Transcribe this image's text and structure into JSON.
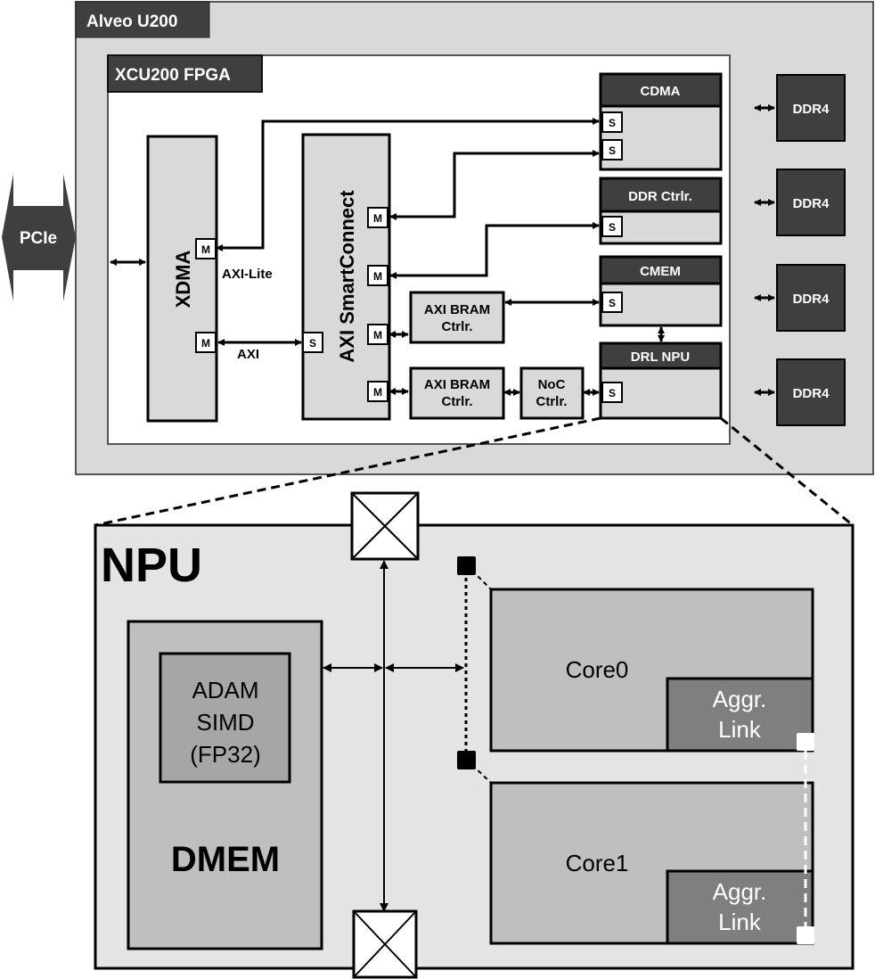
{
  "board": {
    "title": "Alveo U200"
  },
  "fpga": {
    "title": "XCU200 FPGA"
  },
  "pcie": {
    "label": "PCIe"
  },
  "xdma": {
    "label": "XDMA",
    "port_top": "M",
    "port_bottom": "M"
  },
  "smartconnect": {
    "label": "AXI SmartConnect",
    "ports": [
      "M",
      "M",
      "M",
      "M"
    ],
    "slave_port": "S"
  },
  "links": {
    "axi_lite": "AXI-Lite",
    "axi": "AXI"
  },
  "bram_ctrl_1": {
    "line1": "AXI BRAM",
    "line2": "Ctrlr."
  },
  "bram_ctrl_2": {
    "line1": "AXI BRAM",
    "line2": "Ctrlr."
  },
  "noc_ctrl": {
    "line1": "NoC",
    "line2": "Ctrlr."
  },
  "cdma": {
    "title": "CDMA",
    "ports": [
      "S",
      "S"
    ]
  },
  "ddr_ctrl": {
    "title": "DDR Ctrlr.",
    "port": "S"
  },
  "cmem": {
    "title": "CMEM",
    "port": "S"
  },
  "drl_npu": {
    "title": "DRL NPU",
    "port": "S"
  },
  "ddr4_banks": [
    "DDR4",
    "DDR4",
    "DDR4",
    "DDR4"
  ],
  "npu": {
    "title": "NPU",
    "dmem": "DMEM",
    "adam": [
      "ADAM",
      "SIMD",
      "(FP32)"
    ],
    "cores": [
      {
        "name": "Core0",
        "aggr": [
          "Aggr.",
          "Link"
        ]
      },
      {
        "name": "Core1",
        "aggr": [
          "Aggr.",
          "Link"
        ]
      }
    ]
  },
  "colors": {
    "dark": "#3f3f3f",
    "board_bg": "#d9d9d9",
    "block_bg": "#d9d9d9",
    "npu_bg": "#e4e4e4",
    "core_bg": "#bfbfbf",
    "adam_bg": "#a6a6a6",
    "aggr_bg": "#7f7f7f"
  }
}
